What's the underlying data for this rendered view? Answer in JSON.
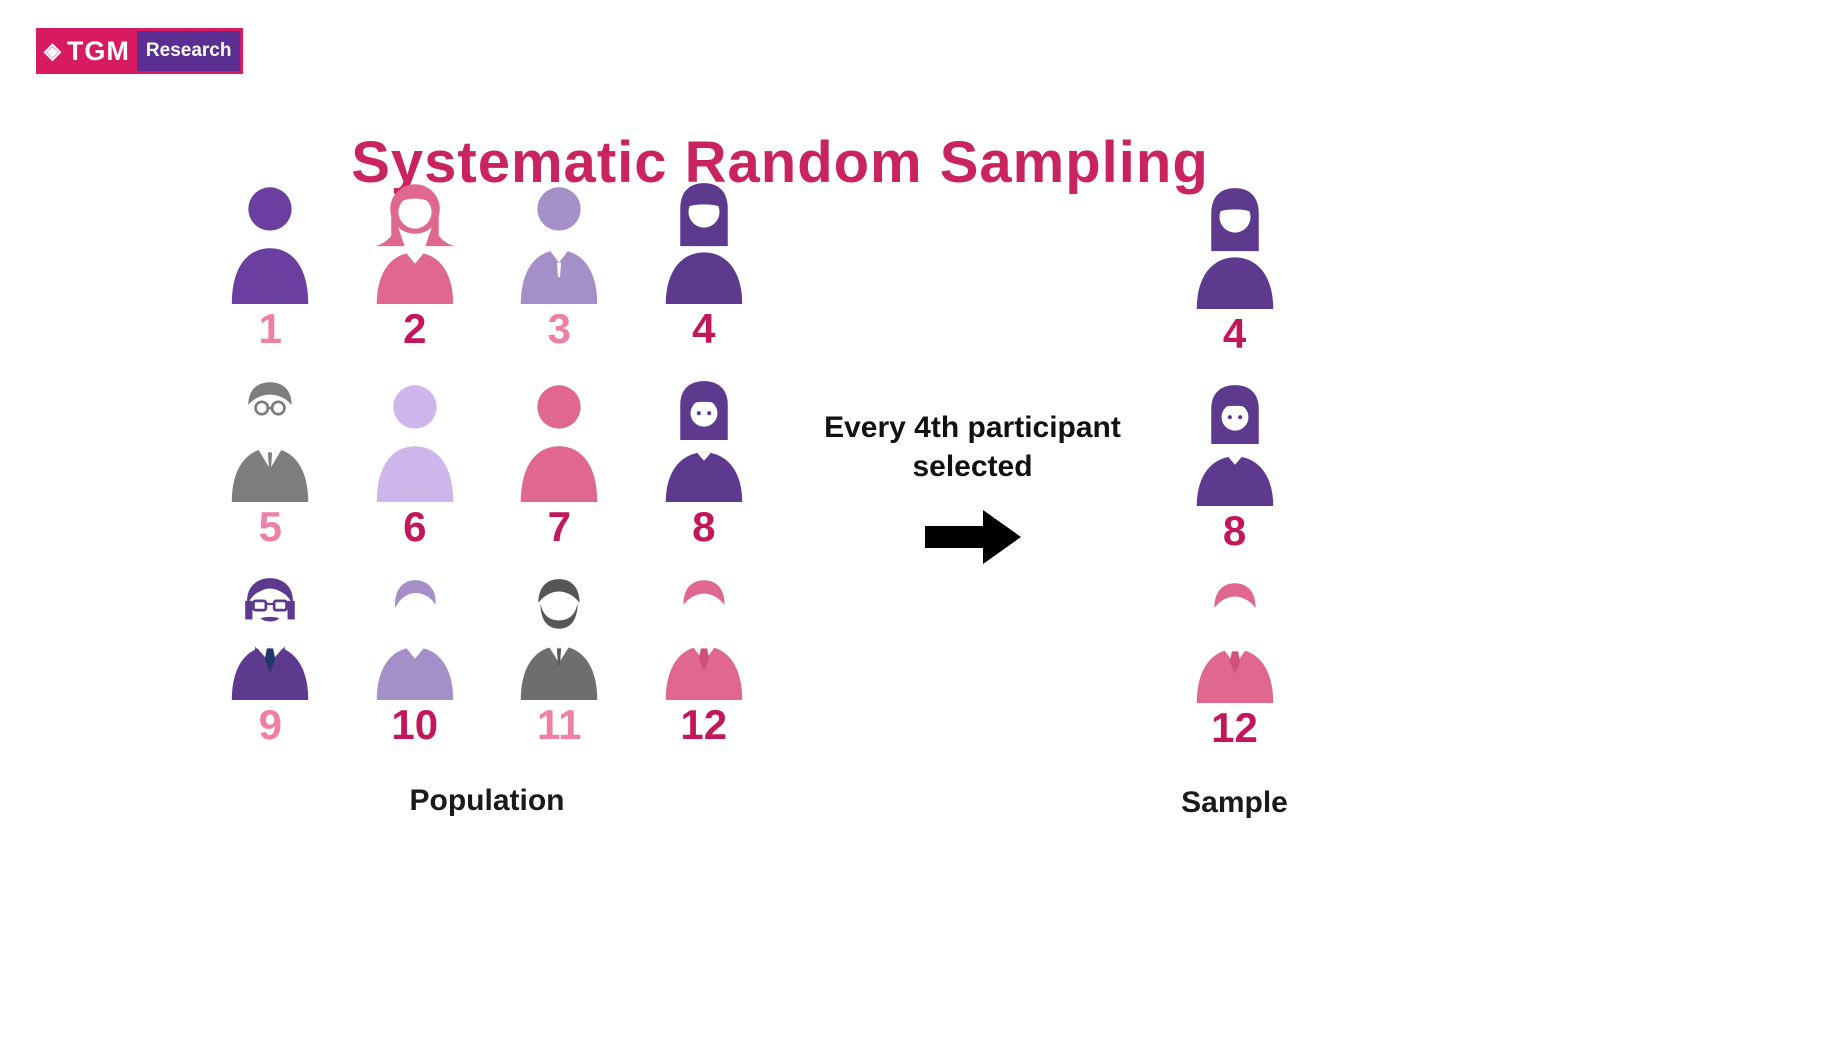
{
  "logo": {
    "tgm": "TGM",
    "research": "Research",
    "diamond_icon": "◈"
  },
  "title": "Systematic Random Sampling",
  "middle": {
    "line1": "Every 4th participant",
    "line2": "selected"
  },
  "population": {
    "label": "Population",
    "people": [
      {
        "number": "1",
        "number_color": "#ef7fa7",
        "icon": "person-bust-icon",
        "color": "#6b3fa0"
      },
      {
        "number": "2",
        "number_color": "#c2185b",
        "icon": "woman-side-hair-icon",
        "color": "#e0688e"
      },
      {
        "number": "3",
        "number_color": "#ef7fa7",
        "icon": "man-collar-icon",
        "color": "#a58fc8"
      },
      {
        "number": "4",
        "number_color": "#c2185b",
        "icon": "woman-long-hair-icon",
        "color": "#5d3a8e"
      },
      {
        "number": "5",
        "number_color": "#ef7fa7",
        "icon": "man-glasses-suit-icon",
        "color": "#7d7d7d"
      },
      {
        "number": "6",
        "number_color": "#c2185b",
        "icon": "person-bust-icon",
        "color": "#cdb6ea"
      },
      {
        "number": "7",
        "number_color": "#c2185b",
        "icon": "person-bust-icon",
        "color": "#e0688e"
      },
      {
        "number": "8",
        "number_color": "#c2185b",
        "icon": "woman-bob-icon",
        "color": "#5d3a8e"
      },
      {
        "number": "9",
        "number_color": "#ef7fa7",
        "icon": "man-professor-icon",
        "color": "#5d3a8e",
        "accent": "#22356e"
      },
      {
        "number": "10",
        "number_color": "#c2185b",
        "icon": "man-swoosh-hair-icon",
        "color": "#a58fc8"
      },
      {
        "number": "11",
        "number_color": "#ef7fa7",
        "icon": "man-beard-suit-icon",
        "color": "#6e6e6e",
        "hair": "#565656"
      },
      {
        "number": "12",
        "number_color": "#c2185b",
        "icon": "man-tie-icon",
        "color": "#e0688e",
        "accent": "#d14f7d"
      }
    ]
  },
  "sample": {
    "label": "Sample",
    "people": [
      {
        "number": "4",
        "number_color": "#c2185b",
        "icon": "woman-long-hair-icon",
        "color": "#5d3a8e"
      },
      {
        "number": "8",
        "number_color": "#c2185b",
        "icon": "woman-bob-icon",
        "color": "#5d3a8e"
      },
      {
        "number": "12",
        "number_color": "#c2185b",
        "icon": "man-tie-icon",
        "color": "#e0688e",
        "accent": "#d14f7d"
      }
    ]
  },
  "colors": {
    "title": "#c9245f",
    "arrow": "#000000",
    "logo-pink": "#d81b60",
    "logo-purple": "#5b2e91"
  }
}
